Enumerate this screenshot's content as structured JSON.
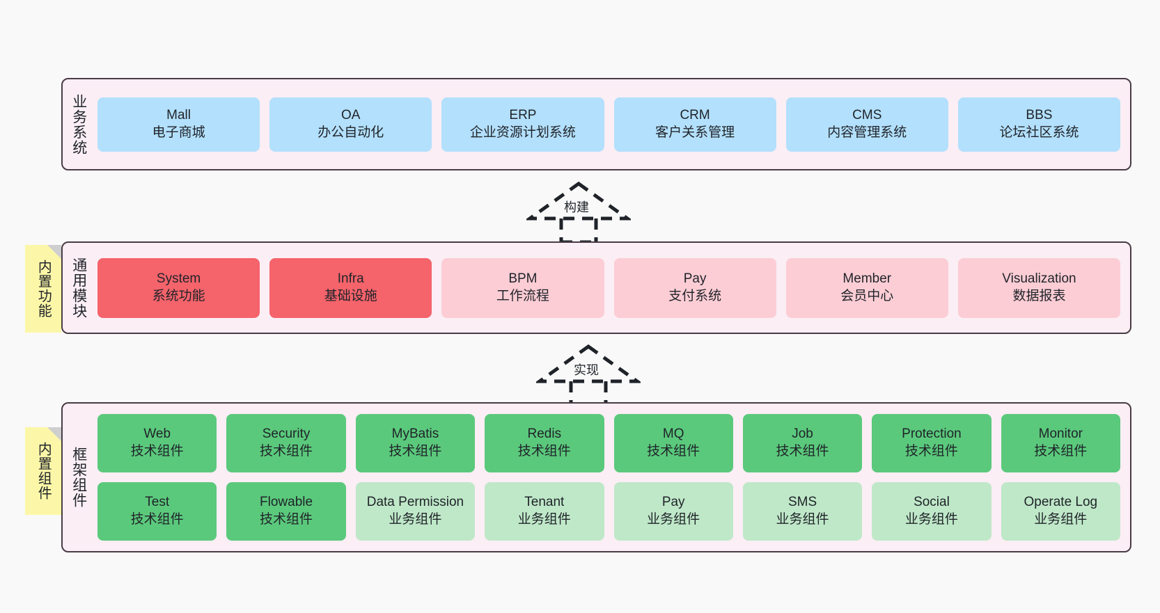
{
  "diagram": {
    "title_layers": [
      "业务系统",
      "通用模块",
      "框架组件"
    ],
    "background_color": "#f9f9f9",
    "colors": {
      "container_fill": "#fbeef5",
      "container_border": "#4a3b44",
      "business_card": "#b3e0fc",
      "module_strong": "#f5636b",
      "module_soft": "#fccdd5",
      "tech_component": "#5bc97c",
      "biz_component": "#bfe8c8",
      "note_fill": "#fcf7a8"
    }
  },
  "business_layer": {
    "label": "业务系统",
    "cards": [
      {
        "name": "Mall",
        "desc": "电子商城"
      },
      {
        "name": "OA",
        "desc": "办公自动化"
      },
      {
        "name": "ERP",
        "desc": "企业资源计划系统"
      },
      {
        "name": "CRM",
        "desc": "客户关系管理"
      },
      {
        "name": "CMS",
        "desc": "内容管理系统"
      },
      {
        "name": "BBS",
        "desc": "论坛社区系统"
      }
    ]
  },
  "connector_build": {
    "label": "构建"
  },
  "module_layer": {
    "label": "通用模块",
    "note": "内置功能",
    "cards": [
      {
        "name": "System",
        "desc": "系统功能",
        "tone": "strong"
      },
      {
        "name": "Infra",
        "desc": "基础设施",
        "tone": "strong"
      },
      {
        "name": "BPM",
        "desc": "工作流程",
        "tone": "soft"
      },
      {
        "name": "Pay",
        "desc": "支付系统",
        "tone": "soft"
      },
      {
        "name": "Member",
        "desc": "会员中心",
        "tone": "soft"
      },
      {
        "name": "Visualization",
        "desc": "数据报表",
        "tone": "soft"
      }
    ]
  },
  "connector_implement": {
    "label": "实现"
  },
  "framework_layer": {
    "label": "框架组件",
    "note": "内置组件",
    "row1": [
      {
        "name": "Web",
        "desc": "技术组件",
        "tone": "tech"
      },
      {
        "name": "Security",
        "desc": "技术组件",
        "tone": "tech"
      },
      {
        "name": "MyBatis",
        "desc": "技术组件",
        "tone": "tech"
      },
      {
        "name": "Redis",
        "desc": "技术组件",
        "tone": "tech"
      },
      {
        "name": "MQ",
        "desc": "技术组件",
        "tone": "tech"
      },
      {
        "name": "Job",
        "desc": "技术组件",
        "tone": "tech"
      },
      {
        "name": "Protection",
        "desc": "技术组件",
        "tone": "tech"
      },
      {
        "name": "Monitor",
        "desc": "技术组件",
        "tone": "tech"
      }
    ],
    "row2": [
      {
        "name": "Test",
        "desc": "技术组件",
        "tone": "tech"
      },
      {
        "name": "Flowable",
        "desc": "技术组件",
        "tone": "tech"
      },
      {
        "name": "Data Permission",
        "desc": "业务组件",
        "tone": "biz"
      },
      {
        "name": "Tenant",
        "desc": "业务组件",
        "tone": "biz"
      },
      {
        "name": "Pay",
        "desc": "业务组件",
        "tone": "biz"
      },
      {
        "name": "SMS",
        "desc": "业务组件",
        "tone": "biz"
      },
      {
        "name": "Social",
        "desc": "业务组件",
        "tone": "biz"
      },
      {
        "name": "Operate Log",
        "desc": "业务组件",
        "tone": "biz"
      }
    ]
  }
}
